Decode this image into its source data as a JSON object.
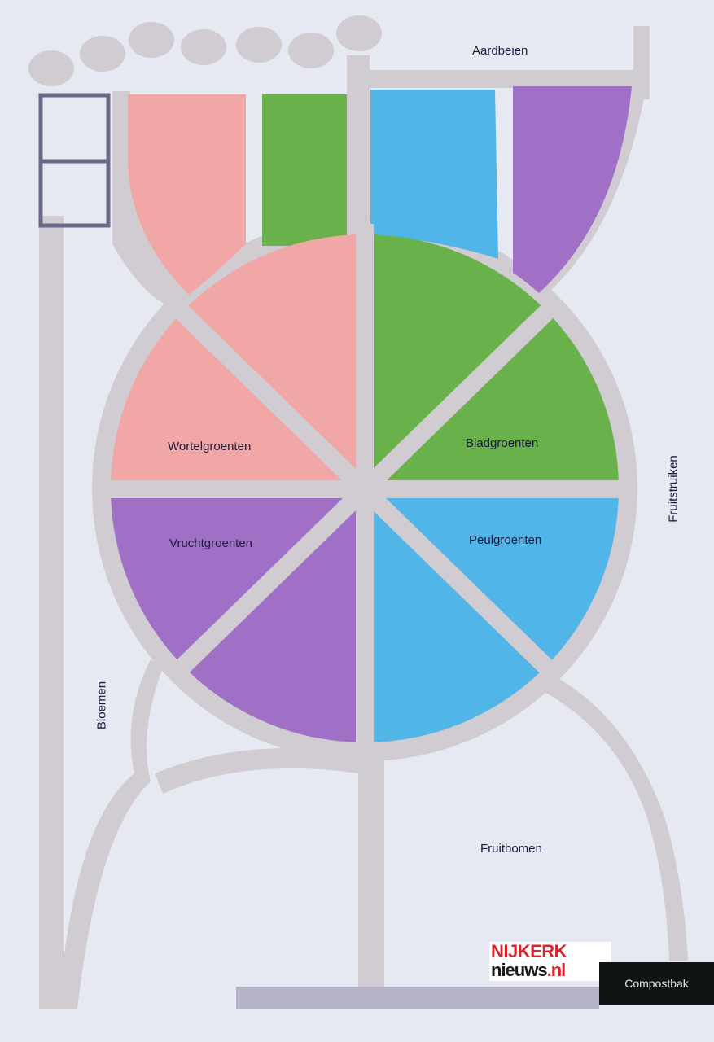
{
  "labels": {
    "aardbeien": "Aardbeien",
    "fruitstruiken": "Fruitstruiken",
    "bloemen": "Bloemen",
    "fruitbomen": "Fruitbomen",
    "compostbak": "Compostbak"
  },
  "sectors": {
    "wortelgroenten": "Wortelgroenten",
    "bladgroenten": "Bladgroenten",
    "vruchtgroenten": "Vruchtgroenten",
    "peulgroenten": "Peulgroenten"
  },
  "logo": {
    "line1": "NIJKERK",
    "line2a": "nieuws",
    "line2b": ".nl"
  },
  "colors": {
    "wortelgroenten": "#f0a7a6",
    "bladgroenten": "#69b24b",
    "peulgroenten": "#52b5e8",
    "vruchtgroenten": "#a070c6",
    "path": "#d0ccd1",
    "background": "#e6e9f2"
  }
}
